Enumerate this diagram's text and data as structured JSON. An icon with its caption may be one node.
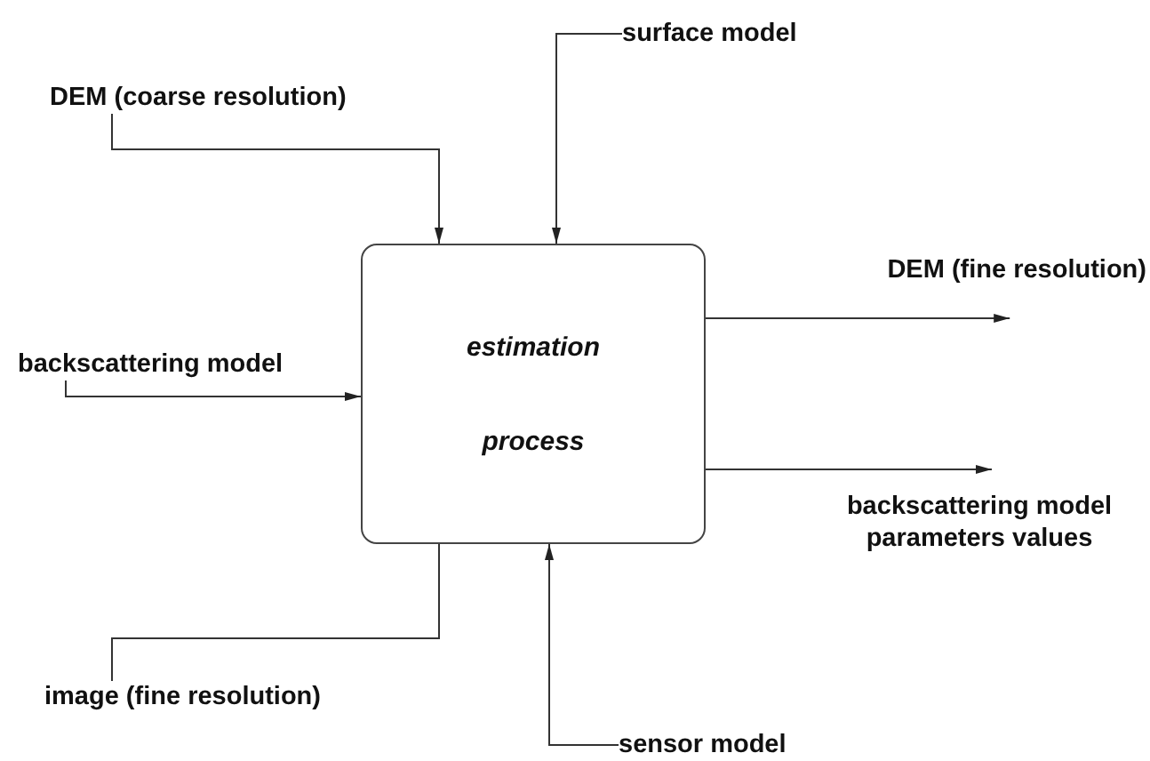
{
  "diagram": {
    "nodes": [
      {
        "text": [
          "surface model"
        ]
      },
      {
        "text": [
          "DEM (coarse resolution)"
        ]
      },
      {
        "text": [
          "DEM (fine resolution)"
        ]
      },
      {
        "text": [
          "estimation process"
        ]
      },
      {
        "text": [
          "backscattering model"
        ]
      },
      {
        "text": [
          "backscattering model parameters values"
        ]
      },
      {
        "text": [
          "image (fine resolution)"
        ]
      },
      {
        "text": [
          "sensor model"
        ]
      }
    ],
    "edges": [
      {
        "from": 1,
        "to": 3,
        "arrow": "to"
      },
      {
        "from": 0,
        "to": 3,
        "arrow": "to"
      },
      {
        "from": 4,
        "to": 3,
        "arrow": "to"
      },
      {
        "from": 6,
        "to": 3,
        "arrow": "none"
      },
      {
        "from": 7,
        "to": 3,
        "arrow": "to"
      },
      {
        "from": 3,
        "to": 2,
        "arrow": "to"
      },
      {
        "from": 3,
        "to": 5,
        "arrow": "to"
      }
    ]
  }
}
